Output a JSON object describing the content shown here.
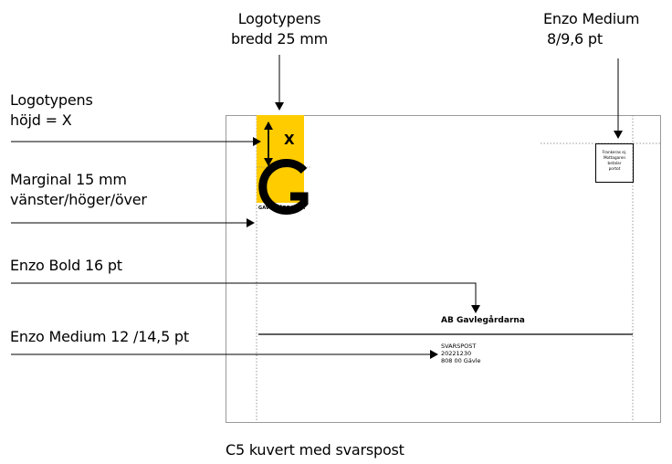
{
  "annotations": {
    "logo_width": [
      "Logotypens",
      "bredd 25 mm"
    ],
    "font_medium_small": [
      "Enzo Medium",
      "8/9,6 pt"
    ],
    "logo_height": [
      "Logotypens",
      "höjd = X"
    ],
    "margin": [
      "Marginal 15 mm",
      "vänster/höger/över"
    ],
    "font_bold": "Enzo Bold 16 pt",
    "font_medium": "Enzo Medium 12 /14,5 pt"
  },
  "logo": {
    "x_label": "X",
    "letter": "G",
    "wordmark": "GAVLEGÅRDARNA",
    "color": "#FFCC00"
  },
  "stamp_box": [
    "Frankeras ej.",
    "Mottagaren",
    "betalar",
    "portot"
  ],
  "address": {
    "name": "AB Gavlegårdarna",
    "lines": [
      "SVARSPOST",
      "20221230",
      "808 00 Gävle"
    ]
  },
  "caption": "C5 kuvert med svarspost"
}
